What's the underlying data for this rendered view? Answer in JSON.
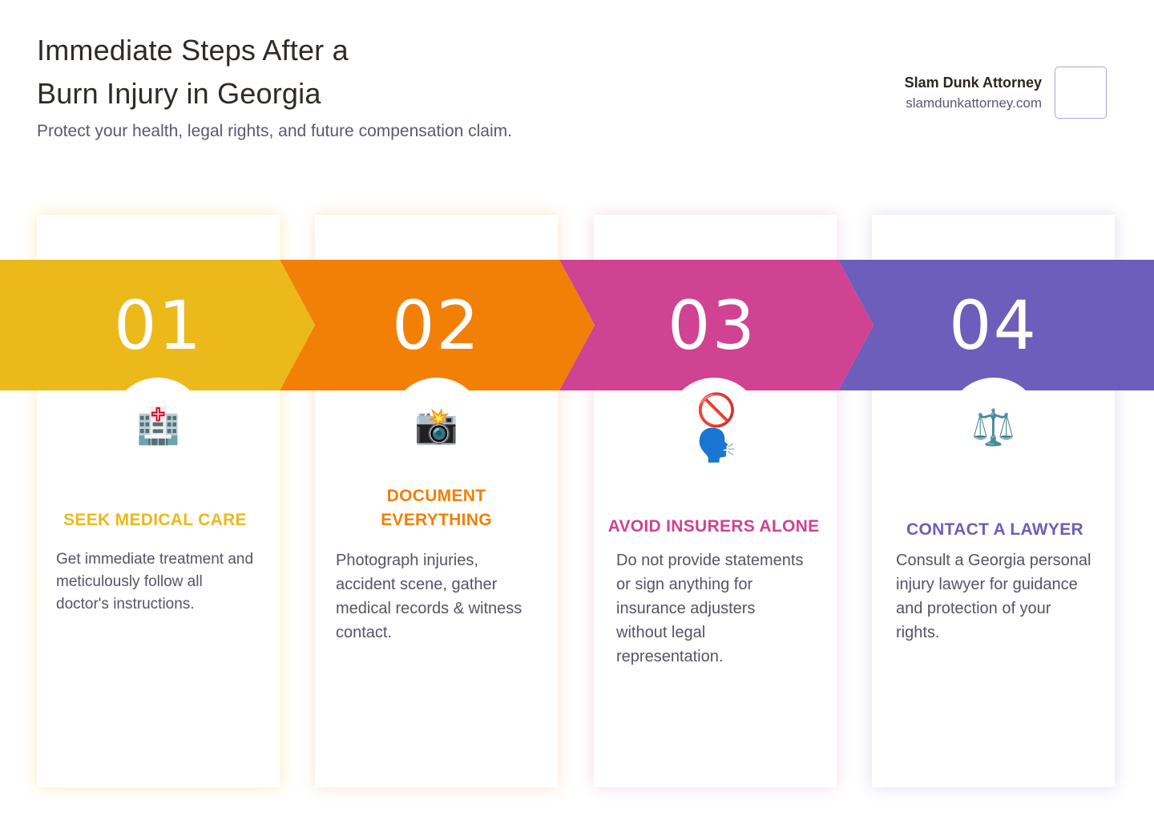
{
  "header": {
    "title_line1": "Immediate Steps After a",
    "title_line2": "Burn Injury in Georgia",
    "subtitle": "Protect your health, legal rights, and future compensation claim."
  },
  "brand": {
    "name": "Slam Dunk Attorney",
    "url": "slamdunkattorney.com"
  },
  "colors": {
    "step1": "#ECB91A",
    "step2": "#F28006",
    "step3": "#D04292",
    "step4": "#6C5EBA",
    "text_dark": "#2F2A26",
    "text_muted": "#555368"
  },
  "steps": [
    {
      "number": "01",
      "icon": "hospital-icon",
      "icon_glyph": "🏥",
      "title": "SEEK MEDICAL CARE",
      "description": "Get immediate treatment and meticulously follow all doctor's instructions."
    },
    {
      "number": "02",
      "icon": "camera-flash-icon",
      "icon_glyph": "📸",
      "title": "DOCUMENT EVERYTHING",
      "description": "Photograph injuries, accident scene, gather medical records & witness contact."
    },
    {
      "number": "03",
      "icon": "no-speaking-icon",
      "icon_glyph": "🚫🗣️",
      "title": "AVOID INSURERS ALONE",
      "description": "Do not provide statements or sign anything for insurance adjusters without legal representation."
    },
    {
      "number": "04",
      "icon": "scales-of-justice-icon",
      "icon_glyph": "⚖️",
      "title": "CONTACT A LAWYER",
      "description": "Consult a Georgia personal injury lawyer for guidance and protection of your rights."
    }
  ]
}
